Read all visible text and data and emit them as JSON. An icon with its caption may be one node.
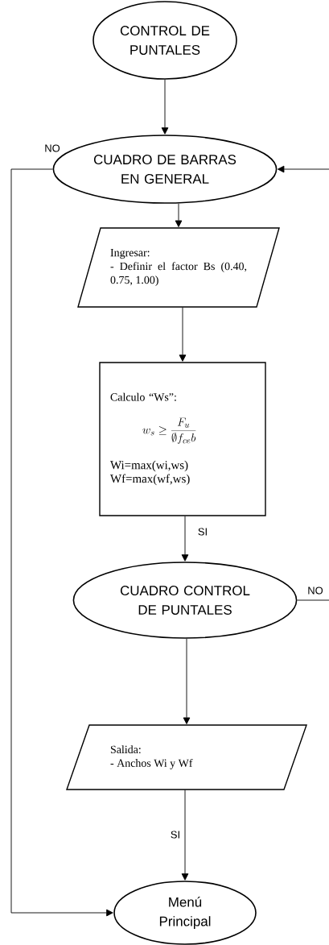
{
  "diagram": {
    "nodes": [
      {
        "text": [
          "CONTROL DE PUNTALES"
        ]
      },
      {
        "text": [
          "CUADRO DE BARRAS EN GENERAL"
        ]
      },
      {
        "text": [
          "Ingresar:",
          "- Definir el factor Bs (0.40, 0.75, 1.00)"
        ]
      },
      {
        "text": [
          "Calculo “Ws”:",
          "w_s \\geq \\frac{F_u}{\\emptyset f_{ce} b}",
          "Wi=max(wi,ws)",
          "Wf=max(wf,ws)"
        ]
      },
      {
        "text": [
          "CUADRO CONTROL DE PUNTALES"
        ]
      },
      {
        "text": [
          "Salida:",
          "- Anchos Wi y Wf"
        ]
      },
      {
        "text": [
          "Menú Principal"
        ]
      }
    ],
    "edges": [
      {
        "from": 0,
        "to": 1,
        "arrow": "to"
      },
      {
        "from": 1,
        "to": 6,
        "arrow": "to",
        "label": "NO"
      },
      {
        "from": null,
        "to": 1,
        "arrow": "to"
      },
      {
        "from": 1,
        "to": 2,
        "arrow": "to"
      },
      {
        "from": 2,
        "to": 3,
        "arrow": "to"
      },
      {
        "from": 3,
        "to": 4,
        "arrow": "to",
        "label": "SI"
      },
      {
        "from": 4,
        "to": null,
        "arrow": "none",
        "label": "NO"
      },
      {
        "from": 4,
        "to": 5,
        "arrow": "to"
      },
      {
        "from": 5,
        "to": 6,
        "arrow": "to",
        "label": "SI"
      }
    ]
  }
}
